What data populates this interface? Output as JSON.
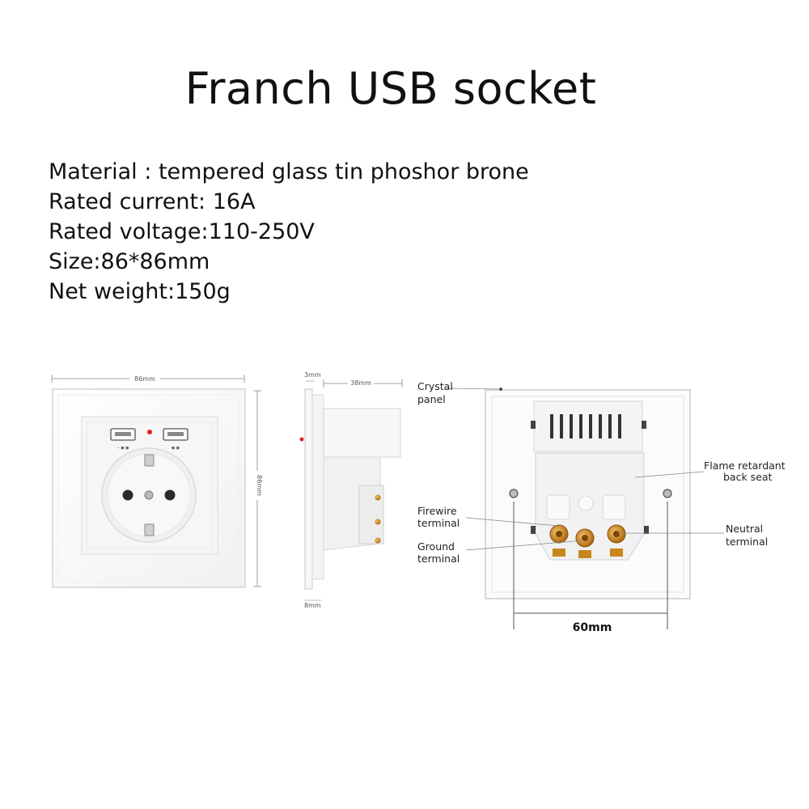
{
  "title": "Franch USB socket",
  "specs": [
    "Material : tempered glass tin phoshor brone",
    "Rated current: 16A",
    "Rated voltage:110-250V",
    "Size:86*86mm",
    "Net weight:150g"
  ],
  "dimensions": {
    "front_width": "86mm",
    "front_height": "86mm",
    "side_glass": "3mm",
    "side_depth": "38mm",
    "side_base": "8mm",
    "back_spacing": "60mm"
  },
  "labels": {
    "crystal_panel_1": "Crystal",
    "crystal_panel_2": "panel",
    "flame_1": "Flame retardant",
    "flame_2": "back seat",
    "firewire_1": "Firewire",
    "firewire_2": "terminal",
    "ground_1": "Ground",
    "ground_2": "terminal",
    "neutral_1": "Neutral",
    "neutral_2": "terminal"
  },
  "colors": {
    "glass_border": "#dcdcdc",
    "indicator": "#e02020",
    "terminal_brass": "#c8861e"
  }
}
